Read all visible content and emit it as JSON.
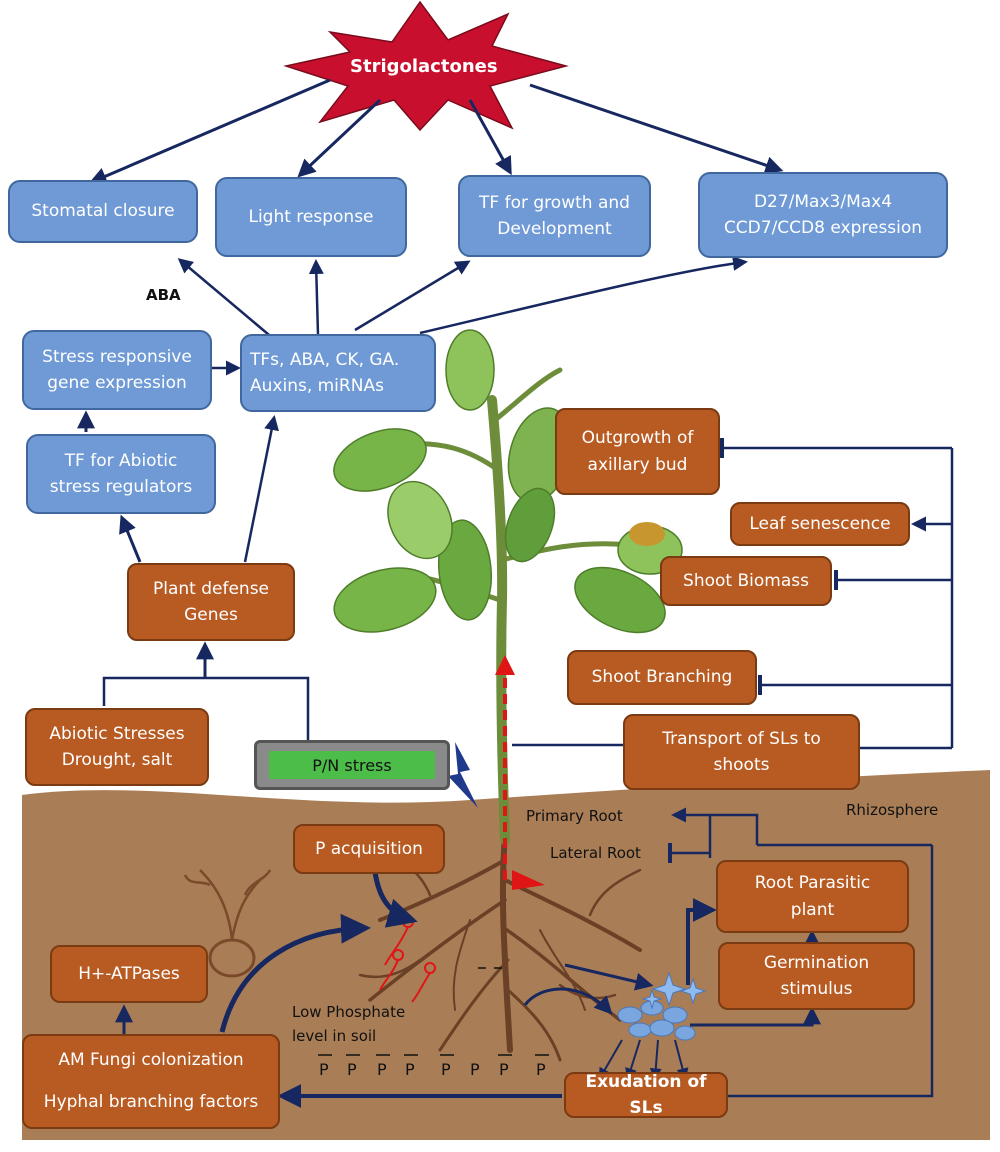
{
  "title": "Strigolactones",
  "top_boxes": {
    "stomatal": "Stomatal closure",
    "light": "Light response",
    "tf_growth": "TF for growth and\nDevelopment",
    "genes": "D27/Max3/Max4\nCCD7/CCD8 expression"
  },
  "aba_label": "ABA",
  "stress_gene": "Stress responsive\ngene expression",
  "tfs_box": "TFs, ABA, CK, GA.\nAuxins, miRNAs",
  "tf_abiotic": "TF for Abiotic\nstress regulators",
  "defense": "Plant defense\nGenes",
  "abiotic_stress": "Abiotic Stresses\nDrought, salt",
  "pn_stress": "P/N stress",
  "right_boxes": {
    "axillary": "Outgrowth of\naxillary bud",
    "senescence": "Leaf senescence",
    "biomass": "Shoot Biomass",
    "branching": "Shoot Branching",
    "transport": "Transport of SLs to\nshoots"
  },
  "rhizosphere": "Rhizosphere",
  "primary_root": "Primary Root",
  "lateral_root": "Lateral Root",
  "p_acquisition": "P acquisition",
  "root_parasitic": "Root Parasitic\nplant",
  "germination": "Germination\nstimulus",
  "h_atpases": "H+-ATPases",
  "low_phosphate": "Low Phosphate\nlevel in soil",
  "p_symbol": "P",
  "am_fungi": "AM Fungi colonization\n\nHyphal branching factors",
  "exudation": "Exudation of SLs",
  "colors": {
    "box_blue": "#6f9ad6",
    "box_brown": "#b85b23",
    "soil": "#a97e56",
    "arrow": "#17275f",
    "star": "#c8102e",
    "pn_green": "#4dbd4a"
  }
}
